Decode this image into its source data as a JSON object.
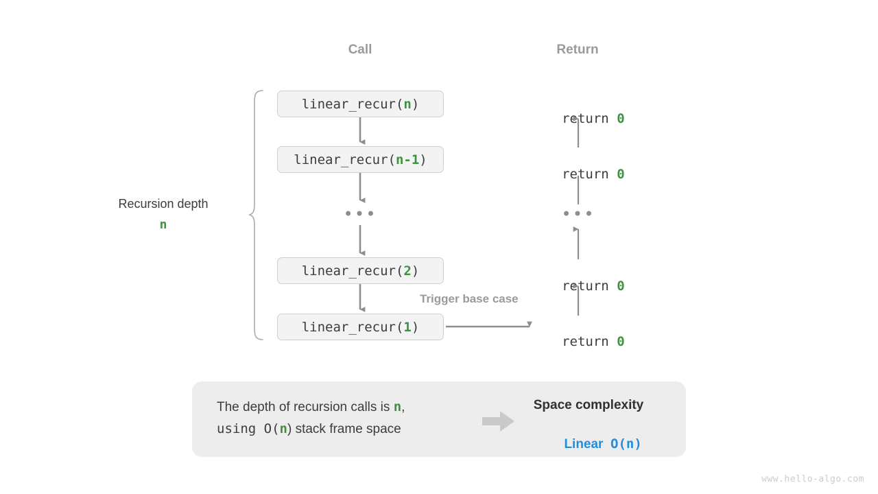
{
  "columns": {
    "call_header": "Call",
    "return_header": "Return"
  },
  "depth": {
    "label": "Recursion depth",
    "value": "n"
  },
  "call_stack": [
    {
      "prefix": "linear_recur(",
      "arg": "n",
      "suffix": ")"
    },
    {
      "prefix": "linear_recur(",
      "arg": "n-1",
      "suffix": ")"
    },
    {
      "prefix": "linear_recur(",
      "arg": "2",
      "suffix": ")"
    },
    {
      "prefix": "linear_recur(",
      "arg": "1",
      "suffix": ")"
    }
  ],
  "returns": [
    {
      "text": "return ",
      "value": "0"
    },
    {
      "text": "return ",
      "value": "0"
    },
    {
      "text": "return ",
      "value": "0"
    },
    {
      "text": "return ",
      "value": "0"
    }
  ],
  "ellipsis": "•••",
  "trigger_label": "Trigger base case",
  "info": {
    "line1_pre": "The depth of recursion calls is ",
    "line1_hl": "n",
    "line1_post": ",",
    "line2_pre": "using O(",
    "line2_hl": "n",
    "line2_post": ") stack frame space",
    "complexity_title": "Space complexity",
    "complexity_kind": "Linear",
    "complexity_notation": "O(n)"
  },
  "watermark": "www.hello-algo.com",
  "colors": {
    "green": "#3f9142",
    "blue": "#1f8fdd",
    "gray_text": "#3c3c3c",
    "gray_muted": "#9a9a9a",
    "box_fill": "#f3f3f3",
    "panel_fill": "#ededed",
    "arrow": "#8d8d8d"
  }
}
